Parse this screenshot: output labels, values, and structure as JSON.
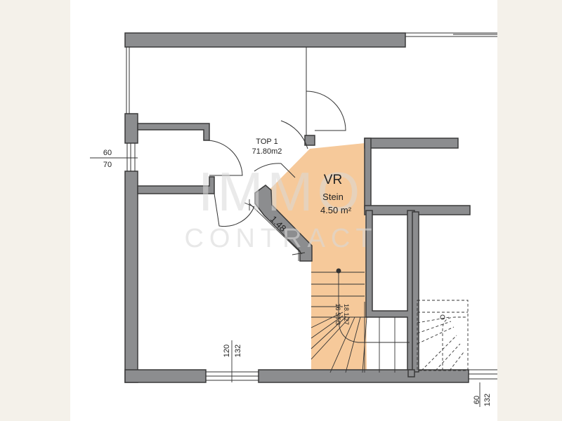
{
  "colors": {
    "wall": "#8c8d8f",
    "wall_outline": "#3a3a3a",
    "highlight_room": "#f6c99a",
    "line": "#333333",
    "side_bands": "#f4f1ea",
    "watermark": "#d9d9d9"
  },
  "unit_label": {
    "name": "TOP 1",
    "area": "71.80m2"
  },
  "highlighted_room": {
    "code": "VR",
    "floor": "Stein",
    "area": "4.50 m²"
  },
  "dimensions": {
    "diagonal": "1.48",
    "left_window_top": "60",
    "left_window_bottom": "70",
    "bottom_window_a": "120",
    "bottom_window_b": "132",
    "right_window_a": "60",
    "right_window_b": "132",
    "stair_a": "16 STG",
    "stair_b": "18.1/27"
  },
  "watermark": {
    "line1": "IMMO",
    "line2": "CONTRACT"
  }
}
